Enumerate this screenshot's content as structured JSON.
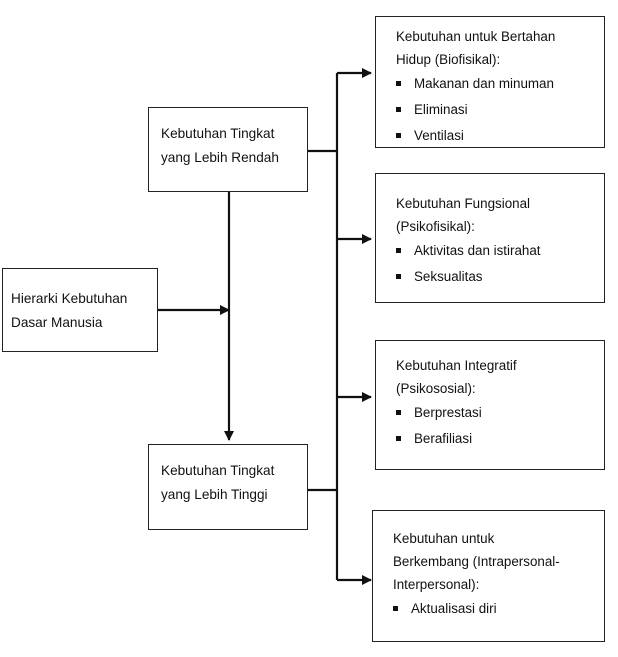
{
  "nodes": {
    "root": {
      "lines": [
        "Hierarki Kebutuhan",
        "Dasar Manusia"
      ]
    },
    "lower": {
      "lines": [
        "Kebutuhan Tingkat",
        "yang Lebih Rendah"
      ]
    },
    "higher": {
      "lines": [
        "Kebutuhan Tingkat",
        "yang Lebih Tinggi"
      ]
    },
    "biofisikal": {
      "title_lines": [
        "Kebutuhan untuk Bertahan",
        "Hidup (Biofisikal):"
      ],
      "items": [
        "Makanan dan minuman",
        "Eliminasi",
        "Ventilasi"
      ]
    },
    "psikofisikal": {
      "title_lines": [
        "Kebutuhan Fungsional",
        "(Psikofisikal):"
      ],
      "items": [
        "Aktivitas dan istirahat",
        "Seksualitas"
      ]
    },
    "psikososial": {
      "title_lines": [
        "Kebutuhan Integratif",
        "(Psikososial):"
      ],
      "items": [
        "Berprestasi",
        "Berafiliasi"
      ]
    },
    "interpersonal": {
      "title_lines": [
        "Kebutuhan untuk",
        "Berkembang (Intrapersonal-",
        "Interpersonal):"
      ],
      "items": [
        "Aktualisasi diri"
      ]
    }
  },
  "colors": {
    "line": "#111111",
    "border": "#222222"
  }
}
